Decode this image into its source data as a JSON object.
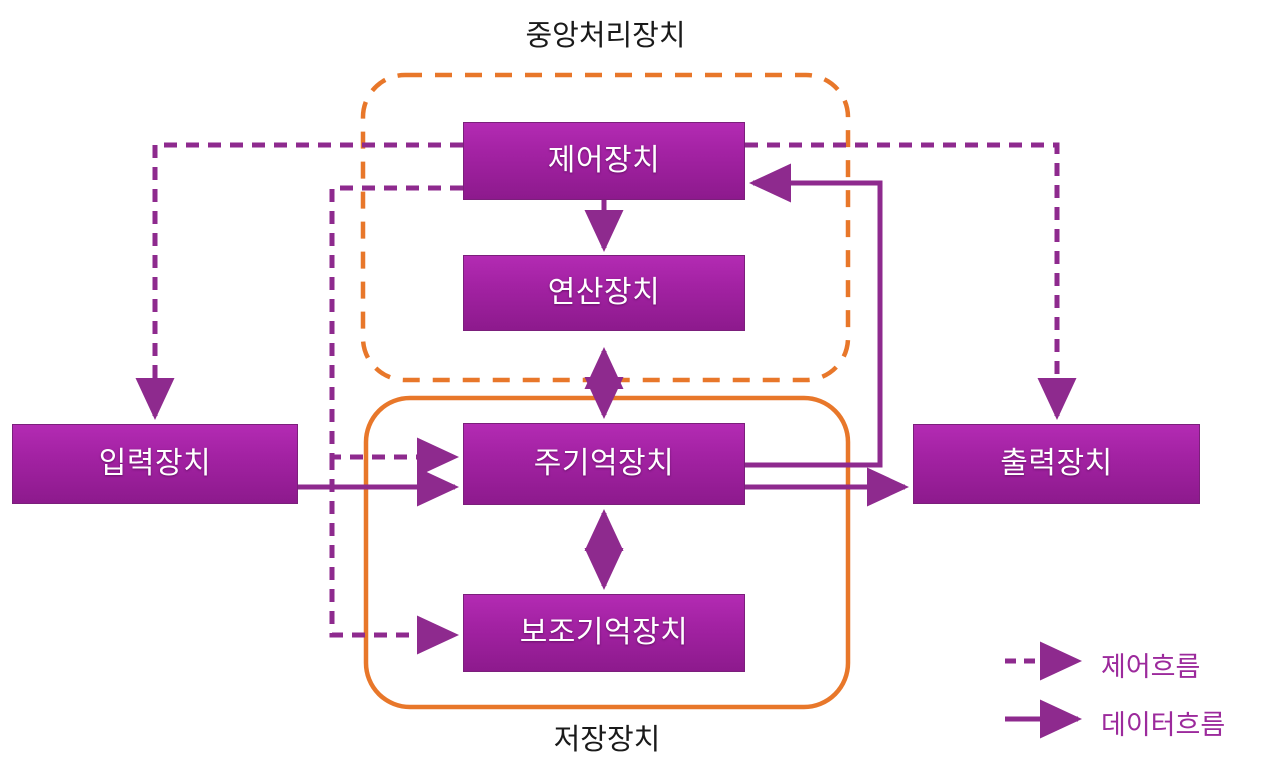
{
  "diagram": {
    "title_caption_top": "중앙처리장치",
    "caption_bottom": "저장장치",
    "colors": {
      "node_fill": "#a322a3",
      "node_border": "#7b1f7b",
      "control_flow": "#8e2a8e",
      "data_flow": "#8e2a8e",
      "cpu_boundary": "#e8772a",
      "storage_boundary": "#e8772a",
      "caption_text": "#1a1a1a",
      "legend_text": "#9c2a9c",
      "background": "#ffffff"
    }
  },
  "nodes": {
    "control_unit": "제어장치",
    "alu": "연산장치",
    "main_memory": "주기억장치",
    "secondary_memory": "보조기억장치",
    "input_device": "입력장치",
    "output_device": "출력장치"
  },
  "groups": {
    "cpu": "중앙처리장치",
    "storage": "저장장치"
  },
  "legend": {
    "items": [
      {
        "label": "제어흐름",
        "style": "dashed"
      },
      {
        "label": "데이터흐름",
        "style": "solid"
      }
    ]
  },
  "edges": [
    {
      "from": "제어장치",
      "to": "입력장치",
      "type": "제어흐름"
    },
    {
      "from": "제어장치",
      "to": "출력장치",
      "type": "제어흐름"
    },
    {
      "from": "제어장치",
      "to": "연산장치",
      "type": "제어흐름"
    },
    {
      "from": "제어장치",
      "to": "주기억장치",
      "type": "제어흐름"
    },
    {
      "from": "제어장치",
      "to": "보조기억장치",
      "type": "제어흐름"
    },
    {
      "from": "입력장치",
      "to": "주기억장치",
      "type": "데이터흐름"
    },
    {
      "from": "주기억장치",
      "to": "출력장치",
      "type": "데이터흐름"
    },
    {
      "from": "주기억장치",
      "to": "연산장치",
      "type": "데이터흐름"
    },
    {
      "from": "주기억장치",
      "to": "보조기억장치",
      "type": "데이터흐름"
    },
    {
      "from": "주기억장치",
      "to": "제어장치",
      "type": "데이터흐름"
    }
  ]
}
